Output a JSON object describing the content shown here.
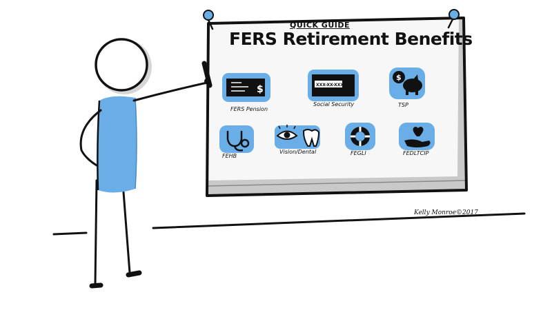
{
  "board": {
    "subtitle": "QUICK GUIDE",
    "title": "FERS Retirement Benefits"
  },
  "benefits": [
    {
      "label": "FERS Pension",
      "icon": "paycheck-icon"
    },
    {
      "label": "Social Security",
      "icon": "social-security-card-icon"
    },
    {
      "label": "TSP",
      "icon": "piggy-bank-icon"
    },
    {
      "label": "FEHB",
      "icon": "stethoscope-icon"
    },
    {
      "label": "Vision/Dental",
      "icon": "eye-tooth-icon"
    },
    {
      "label": "FEGLI",
      "icon": "lifebuoy-icon"
    },
    {
      "label": "FEDLTCIP",
      "icon": "heart-in-hand-icon"
    }
  ],
  "card_text": "XXX-XX-XXXX",
  "dollar_sign": "$",
  "signature": "Kelly Monroe©2017",
  "colors": {
    "accent_blue": "#6aaee8",
    "ink": "#111111",
    "board_fill": "#f7f7f7",
    "shadow_gray": "#c9c9c9"
  }
}
